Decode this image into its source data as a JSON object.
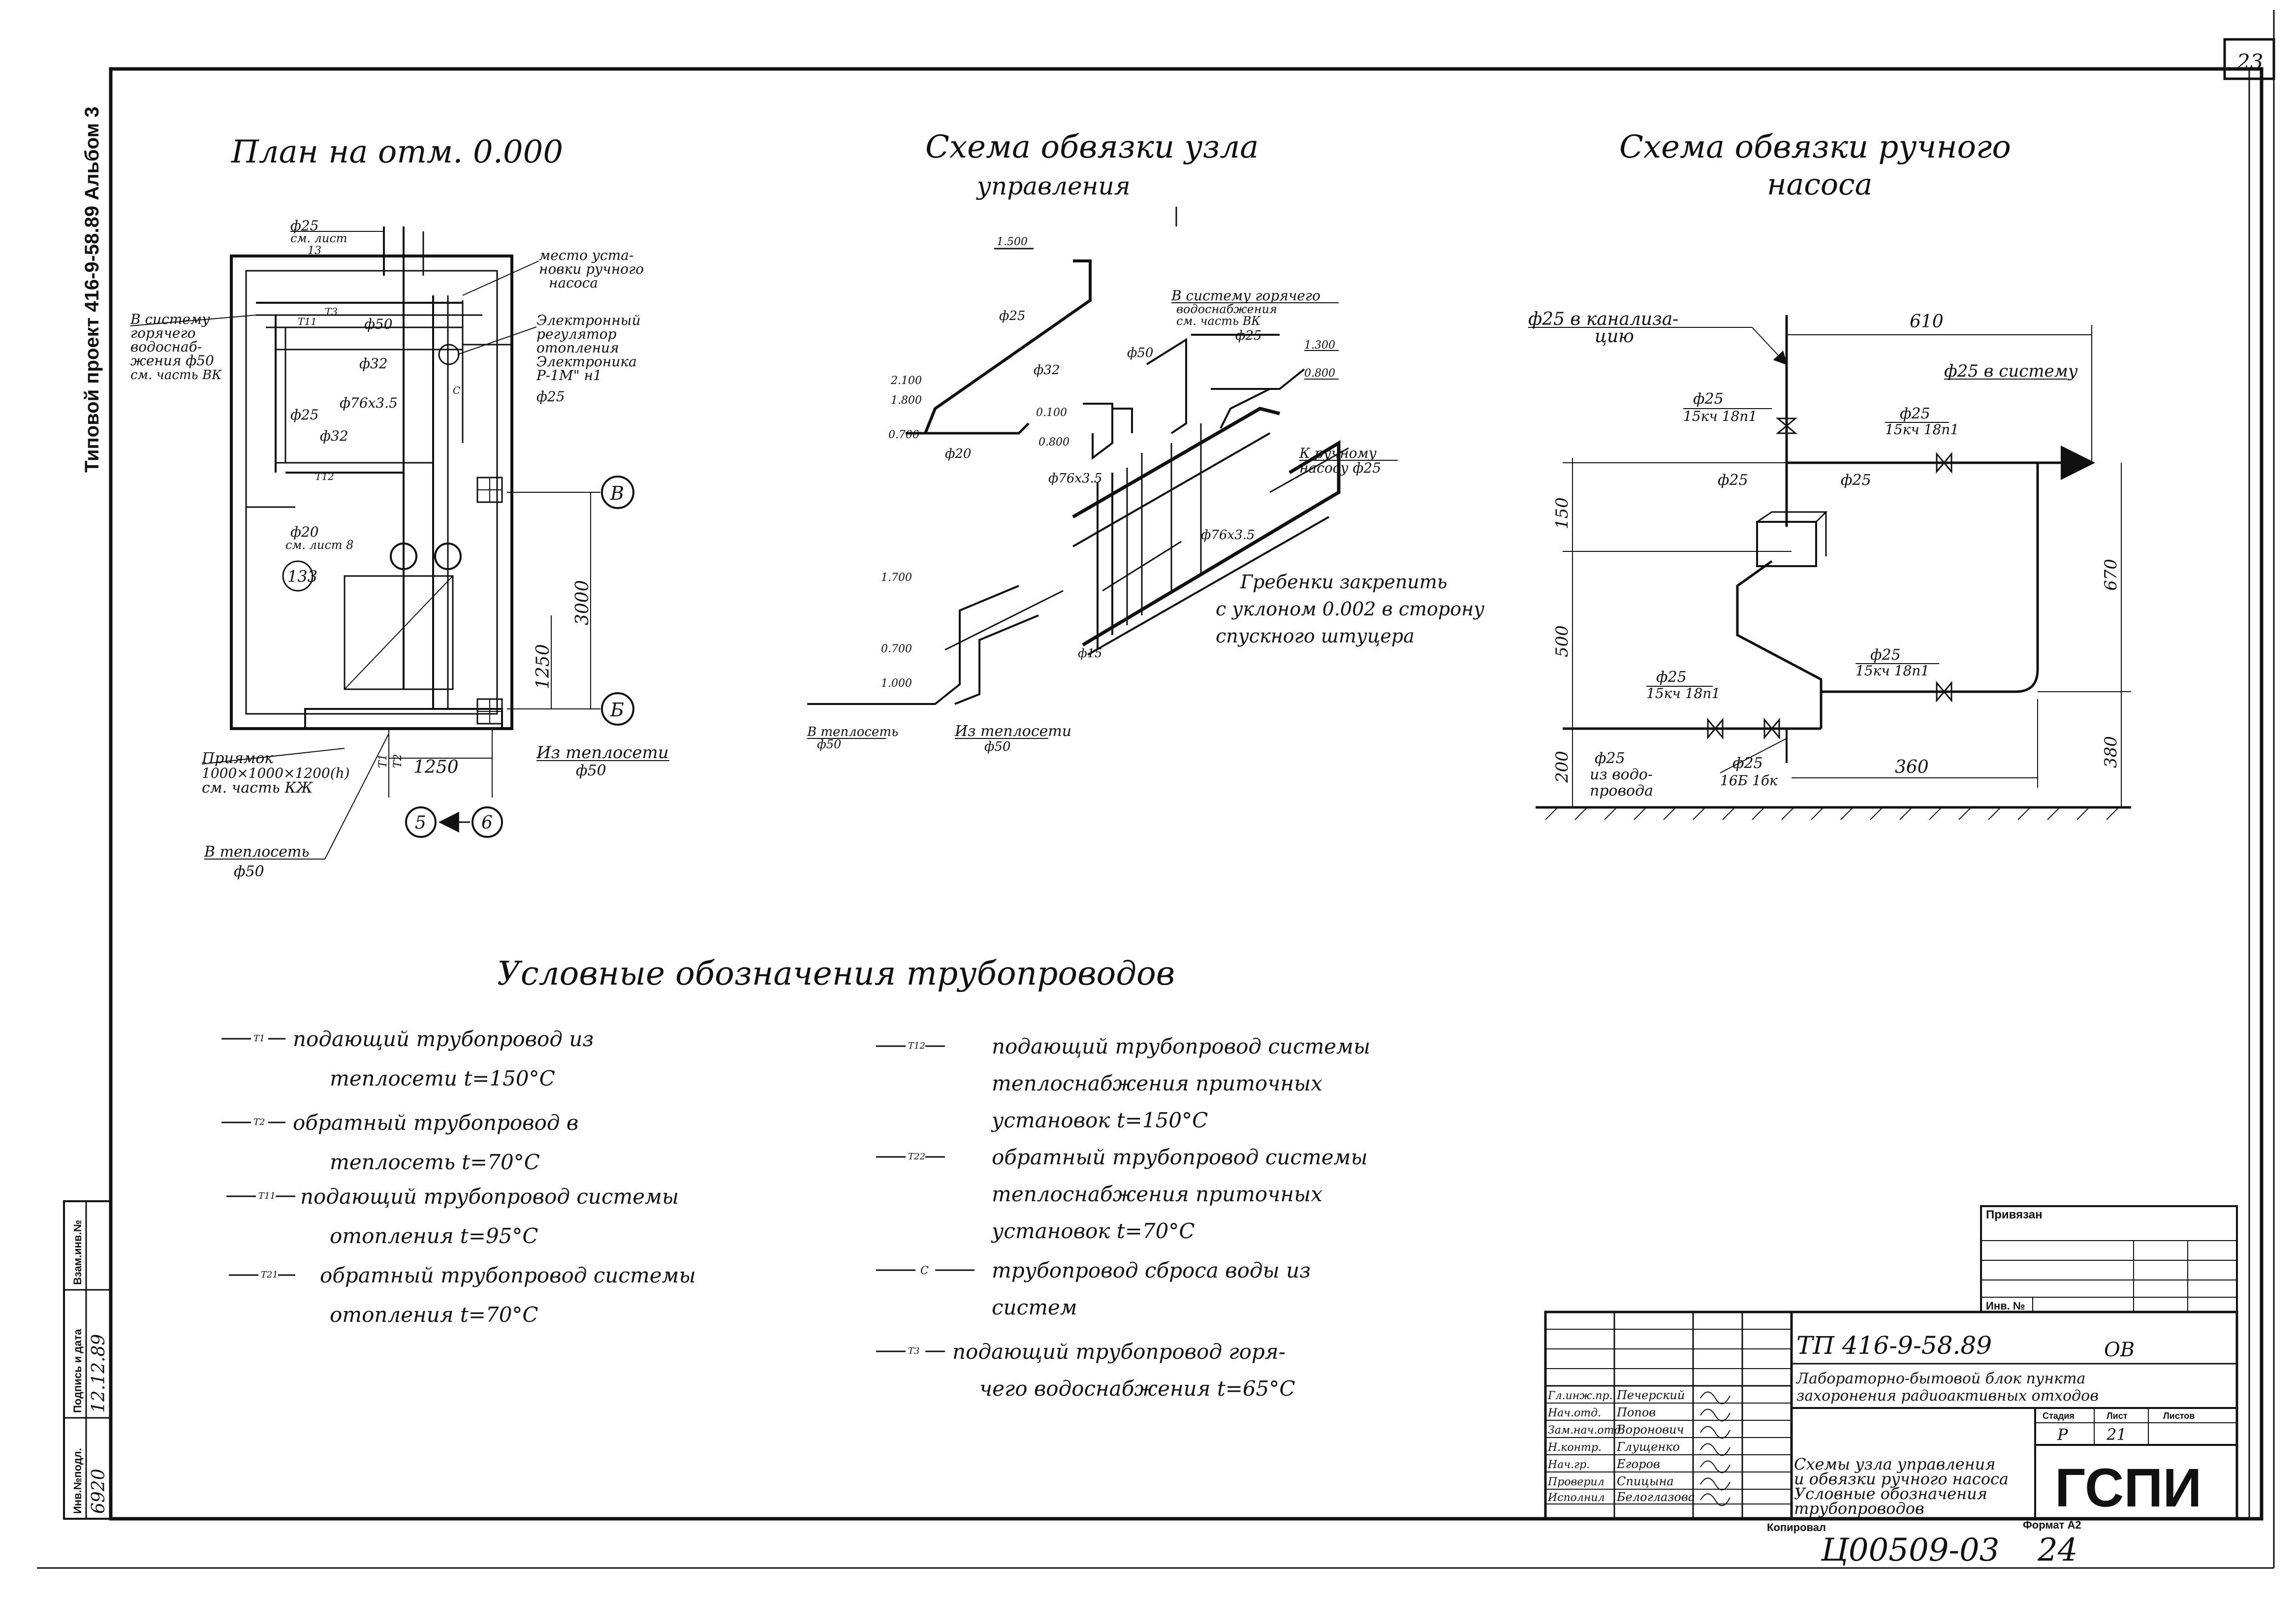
{
  "sheet_number": "23",
  "album_label": "Типовой проект 416-9-58.89 Альбом 3",
  "plan": {
    "title": "План на отм. 0.000",
    "d25_sys": "ф25",
    "sm_list": "см. лист",
    "sm_list_num": "13",
    "hot_water_1": "В систему",
    "hot_water_2": "горячего",
    "hot_water_3": "водоснаб-",
    "hot_water_4": "жения ф50",
    "hot_water_5": "см. часть ВК",
    "pump_place_1": "место уста-",
    "pump_place_2": "новки ручного",
    "pump_place_3": "насоса",
    "regulator_1": "Электронный",
    "regulator_2": "регулятор",
    "regulator_3": "отопления",
    "regulator_4": "Электроника",
    "regulator_5": "Р-1М\" н1",
    "d25_reg": "ф25",
    "d50": "ф50",
    "d32_a": "ф32",
    "d76": "ф76х3.5",
    "d25_b": "ф25",
    "d32_b": "ф32",
    "d20": "ф20",
    "d20_note": "см. лист 8",
    "room": "133",
    "dim_3000": "3000",
    "dim_1250_v": "1250",
    "dim_1250_h": "1250",
    "pit_1": "Приямок",
    "pit_2": "1000×1000×1200(h)",
    "pit_3": "см. часть КЖ",
    "from_heat": "Из теплосети",
    "from_heat_d": "ф50",
    "to_heat": "В теплосеть",
    "to_heat_d": "ф50",
    "axis_v": "В",
    "axis_b": "Б",
    "axis_5": "5",
    "axis_6": "6",
    "t1": "Т1",
    "t2": "Т2",
    "t11": "Т11",
    "t12": "Т12",
    "t3": "Т3",
    "c": "С"
  },
  "control": {
    "title_1": "Схема обвязки узла",
    "title_2": "управления",
    "el_1500": "1.500",
    "el_2100": "2.100",
    "el_1800_a": "1.800",
    "el_0100": "0.100",
    "el_0800_a": "0.800",
    "el_0700_a": "0.700",
    "el_1700": "1.700",
    "el_0700_b": "0.700",
    "el_1000": "1.000",
    "el_1300": "1.300",
    "el_0800_b": "0.800",
    "d25": "ф25",
    "d32": "ф32",
    "d20": "ф20",
    "d50": "ф50",
    "d25_b": "ф25",
    "d76_a": "ф76х3.5",
    "d76_b": "ф76х3.5",
    "d15": "ф15",
    "hot_1": "В систему горячего",
    "hot_2": "водоснабжения",
    "hot_3": "см. часть ВК",
    "pump_1": "К ручному",
    "pump_2": "насосу ф25",
    "note_1": "Гребенки закрепить",
    "note_2": "с уклоном 0.002 в сторону",
    "note_3": "спускного штуцера",
    "to_heat": "В теплосеть",
    "to_heat_d": "ф50",
    "from_heat": "Из теплосети",
    "from_heat_d": "ф50"
  },
  "pump": {
    "title_1": "Схема обвязки ручного",
    "title_2": "насоса",
    "sewer_1": "ф25 в канализа-",
    "sewer_2": "цию",
    "dim_610": "610",
    "to_system": "ф25 в систему",
    "v1_d": "ф25",
    "v1_t": "15кч 18п1",
    "v2_d": "ф25",
    "v2_t": "15кч 18п1",
    "d25_c": "ф25",
    "d25_d": "ф25",
    "dim_150": "150",
    "dim_670": "670",
    "dim_500": "500",
    "v3_d": "ф25",
    "v3_t": "15кч 18п1",
    "v4_d": "ф25",
    "v4_t": "15кч 18п1",
    "dim_380": "380",
    "dim_200": "200",
    "water_1": "ф25",
    "water_2": "из водо-",
    "water_3": "провода",
    "v5_d": "ф25",
    "v5_t": "16Б 1бк",
    "dim_360": "360"
  },
  "legend": {
    "title": "Условные обозначения трубопроводов",
    "items": [
      {
        "code": "Т1",
        "line1": "подающий трубопровод из",
        "line2": "теплосети t=150°С"
      },
      {
        "code": "Т2",
        "line1": "обратный трубопровод в",
        "line2": "теплосеть t=70°С"
      },
      {
        "code": "Т11",
        "line1": "подающий трубопровод системы",
        "line2": "отопления t=95°С"
      },
      {
        "code": "Т21",
        "line1": "обратный трубопровод системы",
        "line2": "отопления t=70°С"
      },
      {
        "code": "Т12",
        "line1": "подающий трубопровод системы",
        "line2": "теплоснабжения приточных",
        "line3": "установок t=150°С"
      },
      {
        "code": "Т22",
        "line1": "обратный трубопровод системы",
        "line2": "теплоснабжения приточных",
        "line3": "установок t=70°С"
      },
      {
        "code": "С",
        "line1": "трубопровод сброса воды из",
        "line2": "систем"
      },
      {
        "code": "Т3",
        "line1": "подающий трубопровод горя-",
        "line2": "чего водоснабжения t=65°С"
      }
    ]
  },
  "title_block": {
    "privyazan": "Привязан",
    "inv": "Инв. №",
    "project": "ТП 416-9-58.89",
    "mark": "ОВ",
    "name_1": "Лабораторно-бытовой блок пункта",
    "name_2": "захоронения радиоактивных отходов",
    "stage_h": "Стадия",
    "sheet_h": "Лист",
    "sheets_h": "Листов",
    "stage": "Р",
    "sheet": "21",
    "sheets": "",
    "desc_1": "Схемы узла управления",
    "desc_2": "и обвязки ручного насоса",
    "desc_3": "Условные обозначения",
    "desc_4": "трубопроводов",
    "org": "ГСПИ",
    "copied": "Копировал",
    "format": "Формат А2",
    "roles": [
      "Гл.инж.пр.",
      "Нач.отд.",
      "Зам.нач.отд.",
      "Н.контр.",
      "Нач.гр.",
      "Проверил",
      "Исполнил"
    ],
    "names": [
      "Печерский",
      "Попов",
      "Воронович",
      "Глущенко",
      "Егоров",
      "Спицына",
      "Белоглазова"
    ],
    "side_1": "Инв.№подл.",
    "side_2": "Подпись и дата",
    "side_3": "Взам.инв.№",
    "side_inv": "6920",
    "side_date": "12.12.89",
    "bottom_code": "Ц00509-03",
    "bottom_num": "24"
  }
}
